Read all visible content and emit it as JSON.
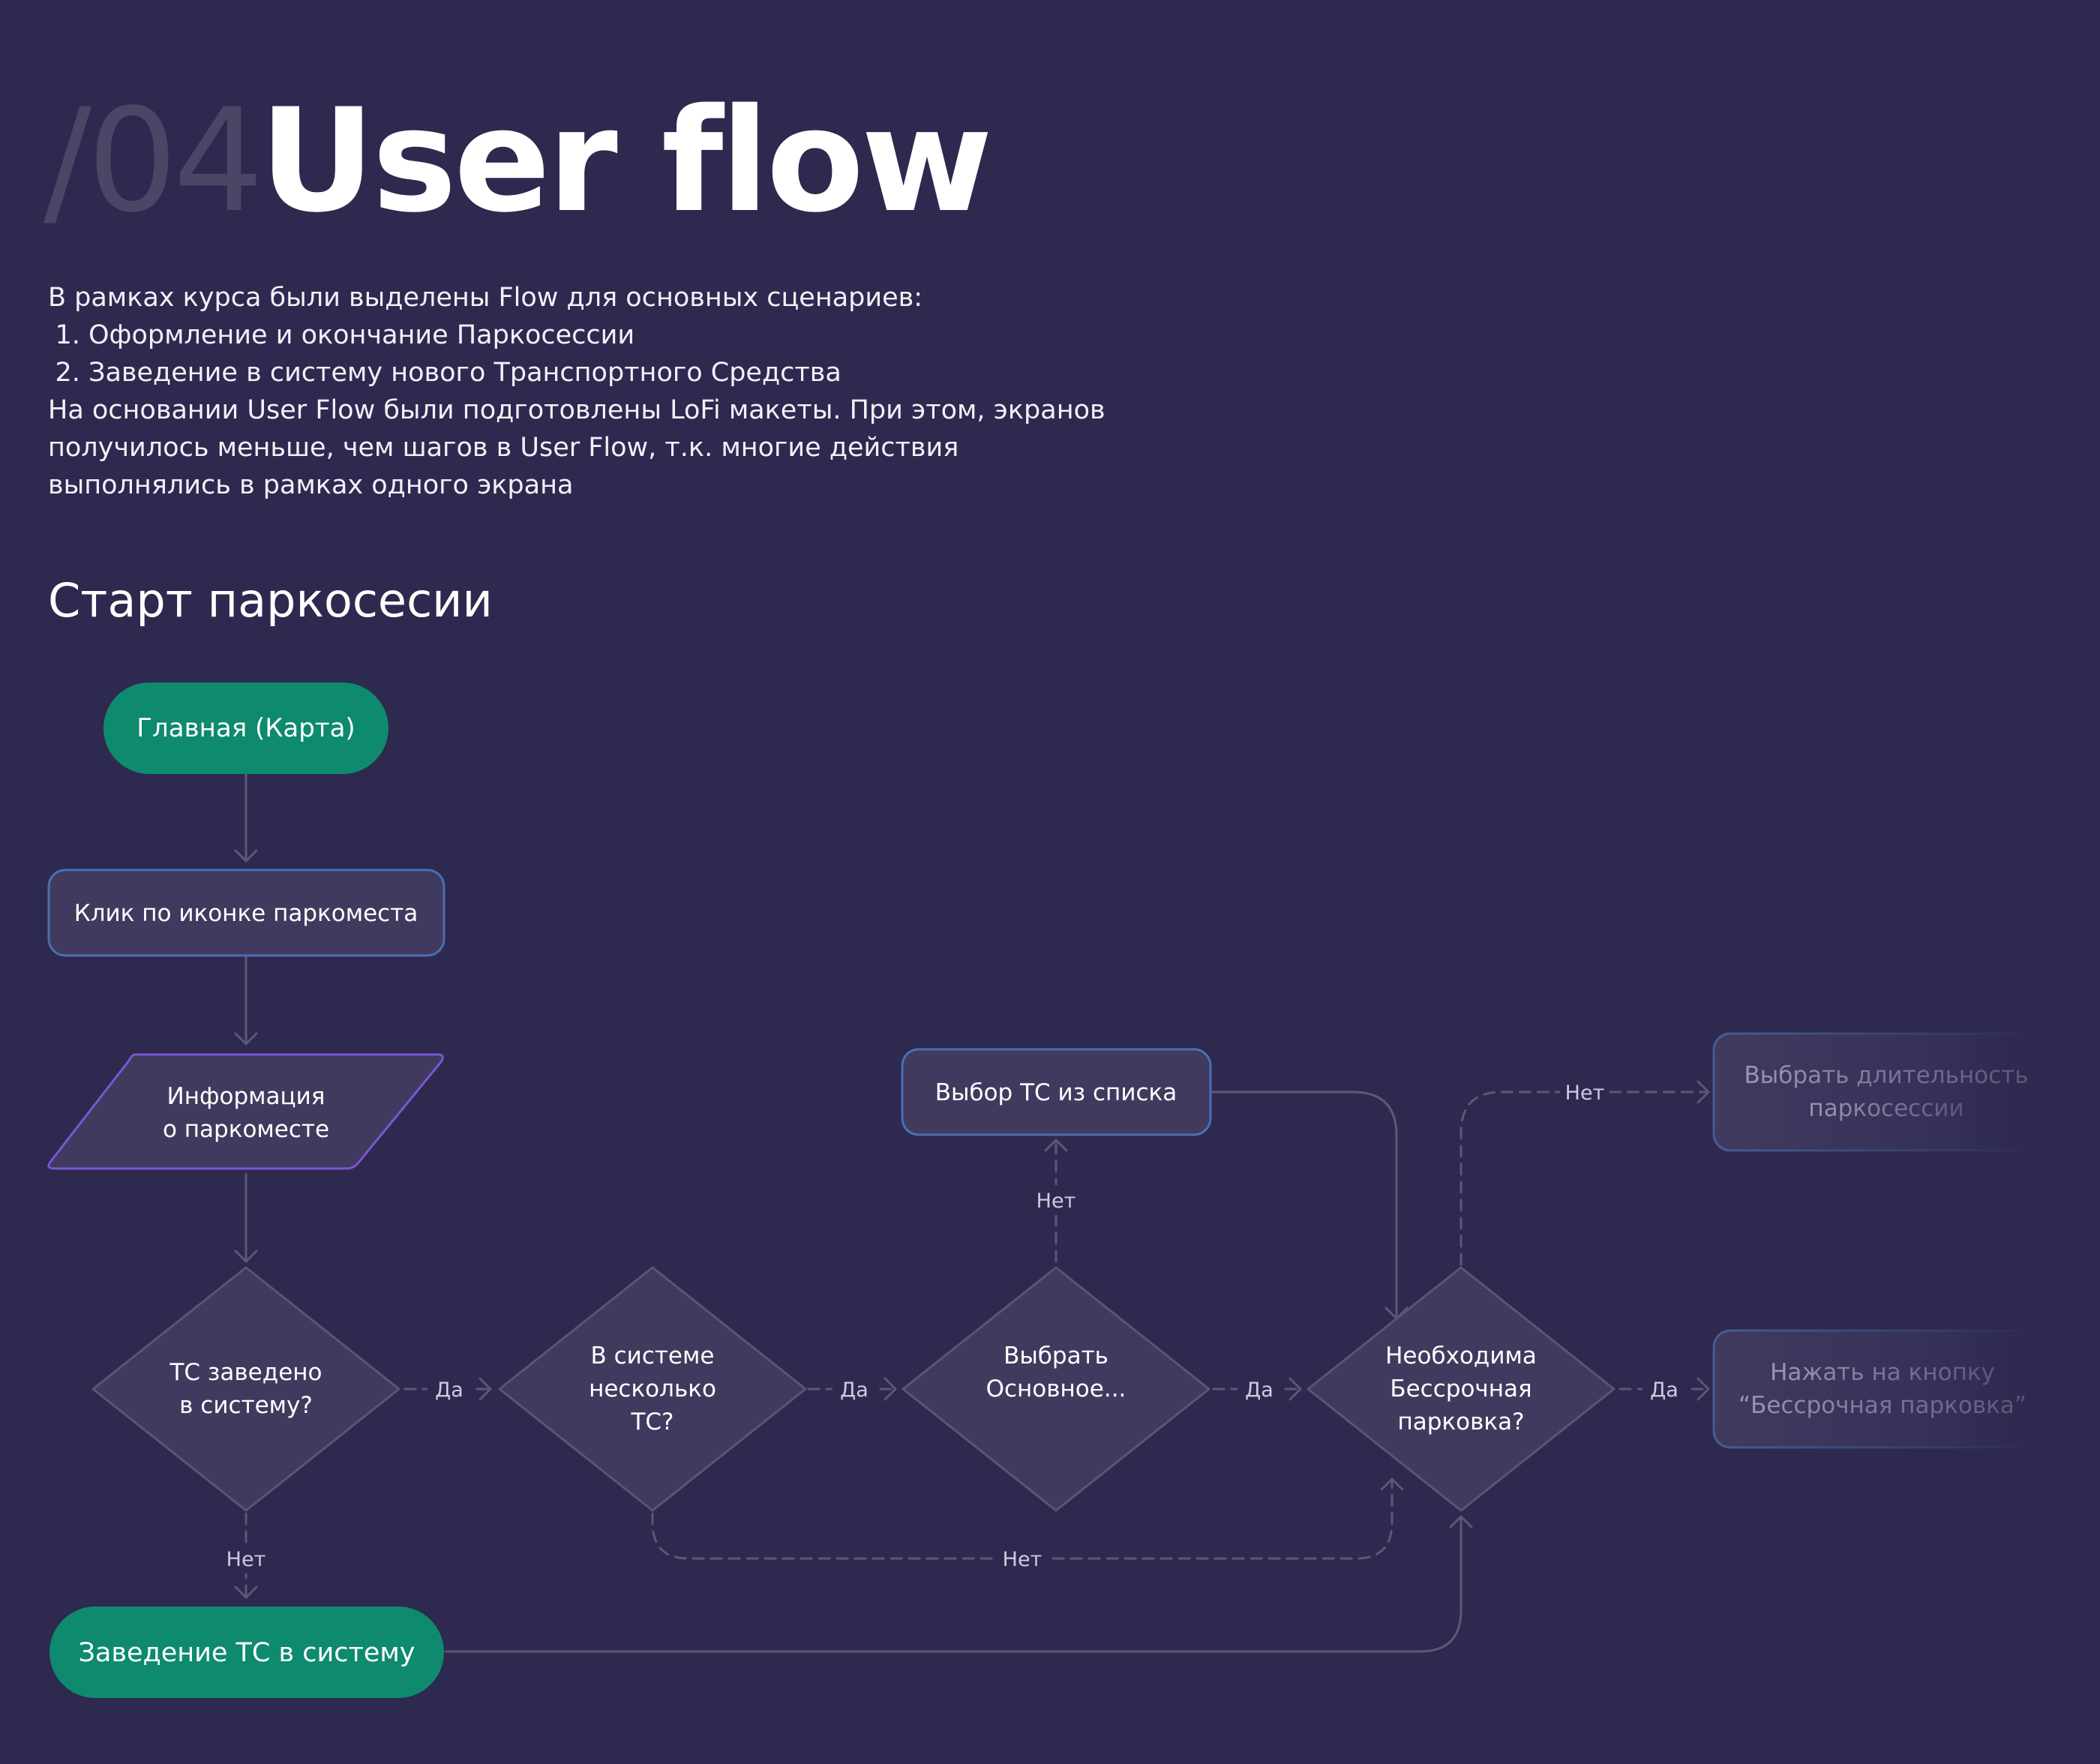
{
  "header": {
    "number": "/04",
    "title": "User flow"
  },
  "intro": {
    "lead": "В рамках курса были выделены Flow для основных сценариев:",
    "items": [
      "Оформление и окончание Паркосессии",
      "Заведение в систему нового Транспортного Средства"
    ],
    "lines": [
      "На основании User Flow были подготовлены LoFi макеты. При этом, экранов",
      "получилось меньше, чем шагов в User Flow, т.к. многие действия",
      "выполнялись в рамках одного экрана"
    ]
  },
  "section": {
    "title": "Старт паркосесии"
  },
  "colors": {
    "background": "#2e294e",
    "terminal": "#0e8a6e",
    "process": "#403b5e",
    "process_border": "#4a6fb0",
    "io_border": "#7b55d6",
    "connector": "#5c5878",
    "connector_label": "#cfcbe0"
  },
  "flow": {
    "nodes": {
      "main_map": {
        "type": "terminal",
        "lines": [
          "Главная (Карта)"
        ]
      },
      "click_icon": {
        "type": "process",
        "lines": [
          "Клик по иконке паркоместа"
        ]
      },
      "parking_info": {
        "type": "io",
        "lines": [
          "Информация",
          "о паркоместе"
        ]
      },
      "vehicle_registered": {
        "type": "decision",
        "lines": [
          "ТС заведено",
          "в систему?"
        ]
      },
      "several_vehicles": {
        "type": "decision",
        "lines": [
          "В системе",
          "несколько",
          "ТС?"
        ]
      },
      "choose_main": {
        "type": "decision",
        "lines": [
          "Выбрать",
          "Основное..."
        ]
      },
      "need_unlimited": {
        "type": "decision",
        "lines": [
          "Необходима",
          "Бессрочная",
          "парковка?"
        ]
      },
      "choose_from_list": {
        "type": "process",
        "lines": [
          "Выбор ТС из списка"
        ]
      },
      "choose_duration": {
        "type": "process_faded",
        "lines": [
          "Выбрать длительность",
          "паркосессии"
        ]
      },
      "press_unlimited": {
        "type": "process_faded",
        "lines": [
          "Нажать на кнопку",
          "“Бессрочная парковка”"
        ]
      },
      "register_vehicle": {
        "type": "terminal",
        "lines": [
          "Заведение ТС в систему"
        ]
      }
    },
    "edges": {
      "registered_yes": "Да",
      "registered_no": "Нет",
      "several_yes": "Да",
      "several_no": "Нет",
      "main_yes": "Да",
      "main_no": "Нет",
      "unlimited_yes": "Да",
      "unlimited_no": "Нет"
    }
  }
}
